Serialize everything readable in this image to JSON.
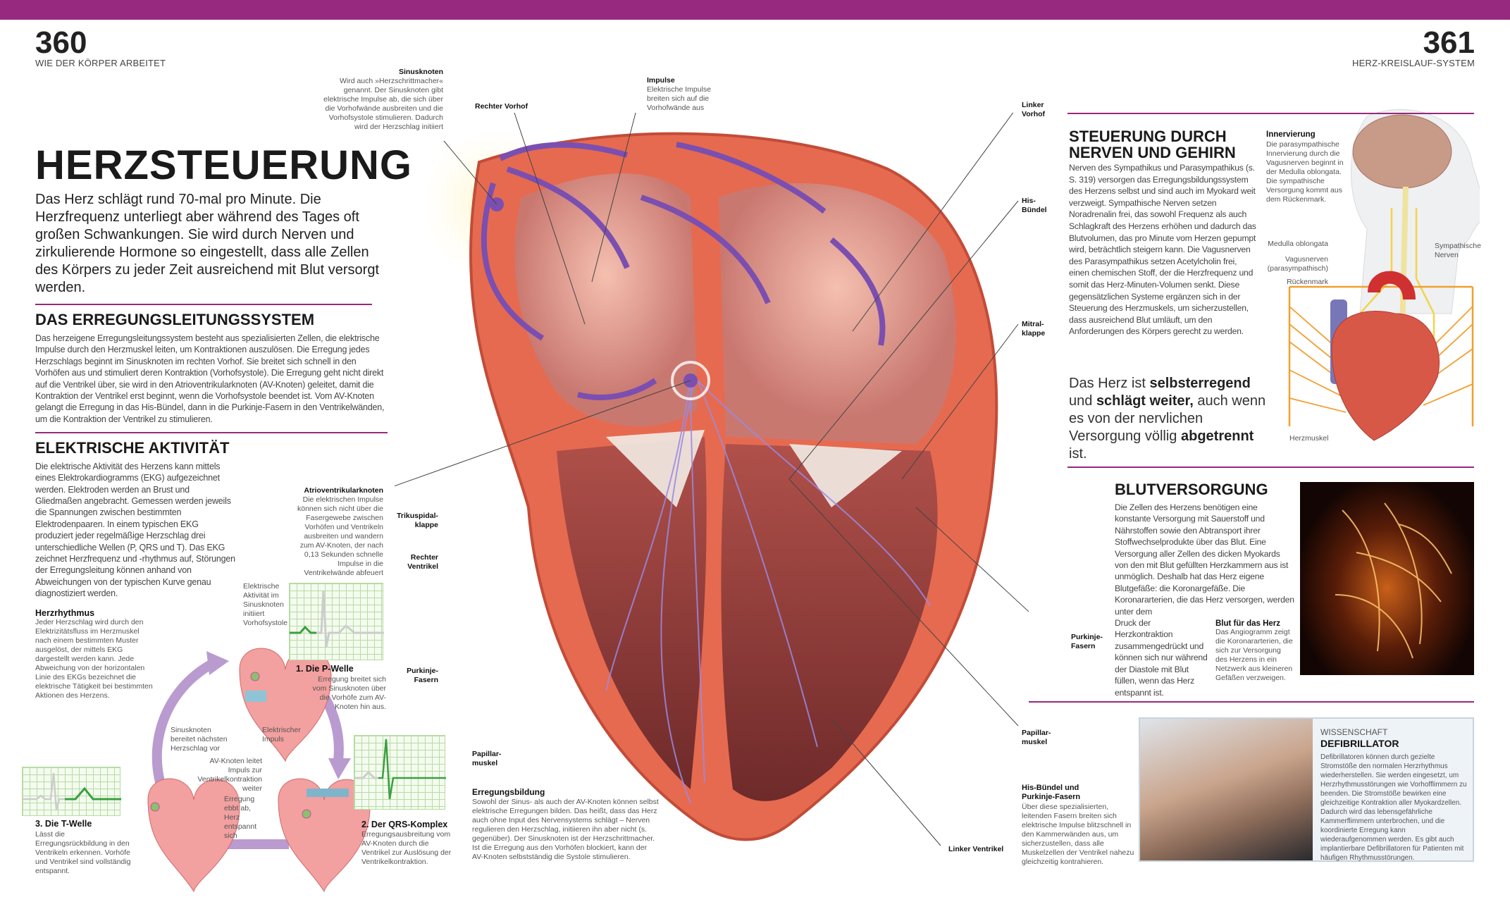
{
  "header": {
    "left_page": "360",
    "left_section": "WIE DER KÖRPER ARBEITET",
    "right_page": "361",
    "right_section": "HERZ-KREISLAUF-SYSTEM",
    "accent": "#97297f"
  },
  "left": {
    "title": "HERZSTEUERUNG",
    "intro": "Das Herz schlägt rund 70-mal pro Minute. Die Herzfrequenz unterliegt aber während des Tages oft großen Schwankungen. Sie wird durch Nerven und zirkulierende Hormone so eingestellt, dass alle Zellen des Körpers zu jeder Zeit ausreichend mit Blut versorgt werden.",
    "s1_title": "DAS ERREGUNGSLEITUNGSSYSTEM",
    "s1_body": "Das herzeigene Erregungsleitungssystem besteht aus spezialisierten Zellen, die elektrische Impulse durch den Herzmuskel leiten, um Kontraktionen auszulösen. Die Erregung jedes Herzschlags beginnt im Sinusknoten im rechten Vorhof. Sie breitet sich schnell in den Vorhöfen aus und stimuliert deren Kontraktion (Vorhofsystole). Die Erregung geht nicht direkt auf die Ventrikel über, sie wird in den Atrioventrikularknoten (AV-Knoten) geleitet, damit die Kontraktion der Ventrikel erst beginnt, wenn die Vorhofsystole beendet ist. Vom AV-Knoten gelangt die Erregung in das His-Bündel, dann in die Purkinje-Fasern in den Ventrikelwänden, um die Kontraktion der Ventrikel zu stimulieren.",
    "s2_title": "ELEKTRISCHE AKTIVITÄT",
    "s2_body": "Die elektrische Aktivität des Herzens kann mittels eines Elektrokardiogramms (EKG) aufgezeichnet werden. Elektroden werden an Brust und Gliedmaßen angebracht. Gemessen werden jeweils die Spannungen zwischen bestimmten Elektrodenpaaren. In einem typischen EKG produziert jeder regelmäßige Herzschlag drei unterschiedliche Wellen (P, QRS und T). Das EKG zeichnet Herzfrequenz und -rhythmus auf, Störungen der Erregungsleitung können anhand von Abweichungen von der typischen Kurve genau diagnostiziert werden.",
    "rhythm_title": "Herzrhythmus",
    "rhythm_body": "Jeder Herzschlag wird durch den Elektrizitätsfluss im Herzmuskel nach einem bestimmten Muster ausgelöst, der mittels EKG dargestellt werden kann. Jede Abweichung von der horizontalen Linie des EKGs bezeichnet die elektrische Tätigkeit bei bestimmten Aktionen des Herzens.",
    "ekg": {
      "p_title": "1. Die P-Welle",
      "p_body": "Erregung breitet sich vom Sinusknoten über die Vorhöfe zum AV-Knoten hin aus.",
      "qrs_title": "2. Der QRS-Komplex",
      "qrs_body": "Erregungsausbreitung vom AV-Knoten durch die Ventrikel zur Auslösung der Ventrikelkontraktion.",
      "t_title": "3. Die T-Welle",
      "t_body": "Lässt die Erregungsrückbildung in den Ventrikeln erkennen. Vorhöfe und Ventrikel sind vollständig entspannt.",
      "lbl_sinus_activity": "Elektrische Aktivität im Sinusknoten initiiert Vorhofsystole",
      "lbl_impuls": "Elektrischer Impuls",
      "lbl_sinus_next": "Sinusknoten bereitet nächsten Herzschlag vor",
      "lbl_av": "AV-Knoten leitet Impuls zur Ventrikelkontraktion weiter",
      "lbl_relax": "Erregung ebbt ab, Herz entspannt sich"
    }
  },
  "heart": {
    "sinus_title": "Sinusknoten",
    "sinus_body": "Wird auch »Herzschrittmacher« genannt. Der Sinusknoten gibt elektrische Impulse ab, die sich über die Vorhofwände ausbreiten und die Vorhofsystole stimulieren. Dadurch wird der Herzschlag initiiert",
    "right_atrium": "Rechter Vorhof",
    "impulse_title": "Impulse",
    "impulse_body": "Elektrische Impulse breiten sich auf die Vorhofwände aus",
    "left_atrium": "Linker Vorhof",
    "his": "His-Bündel",
    "mitral": "Mitral-klappe",
    "av_title": "Atrioventrikularknoten",
    "av_body": "Die elektrischen Impulse können sich nicht über die Fasergewebe zwischen Vorhöfen und Ventrikeln ausbreiten und wandern zum AV-Knoten, der nach 0,13 Sekunden schnelle Impulse in die Ventrikelwände abfeuert",
    "tricuspid": "Trikuspidal-klappe",
    "right_ventricle": "Rechter Ventrikel",
    "purkinje_left": "Purkinje-Fasern",
    "papillary_left": "Papillar-muskel",
    "gen_title": "Erregungsbildung",
    "gen_body": "Sowohl der Sinus- als auch der AV-Knoten können selbst elektrische Erregungen bilden. Das heißt, dass das Herz auch ohne Input des Nervensystems schlägt – Nerven regulieren den Herzschlag, initiieren ihn aber nicht (s. gegenüber). Der Sinusknoten ist der Herzschrittmacher. Ist die Erregung aus den Vorhöfen blockiert, kann der AV-Knoten selbstständig die Systole stimulieren.",
    "purkinje_right": "Purkinje-Fasern",
    "papillary_right": "Papillar-muskel",
    "hp_title": "His-Bündel und Purkinje-Fasern",
    "hp_body": "Über diese spezialisierten, leitenden Fasern breiten sich elektrische Impulse blitzschnell in den Kammerwänden aus, um sicherzustellen, dass alle Muskelzellen der Ventrikel nahezu gleichzeitig kontrahieren.",
    "left_ventricle": "Linker Ventrikel"
  },
  "right": {
    "s1_title": "STEUERUNG DURCH NERVEN UND GEHIRN",
    "s1_body": "Nerven des Sympathikus und Parasympathikus (s. S. 319) versorgen das Erregungsbildungssystem des Herzens selbst und sind auch im Myokard weit verzweigt. Sympathische Nerven setzen Noradrenalin frei, das sowohl Frequenz als auch Schlagkraft des Herzens erhöhen und dadurch das Blutvolumen, das pro Minute vom Herzen gepumpt wird, beträchtlich steigern kann. Die Vagusnerven des Parasympathikus setzen Acetylcholin frei, einen chemischen Stoff, der die Herzfrequenz und somit das Herz-Minuten-Volumen senkt. Diese gegensätzlichen Systeme ergänzen sich in der Steuerung des Herzmuskels, um sicherzustellen, dass ausreichend Blut umläuft, um den Anforderungen des Körpers gerecht zu werden.",
    "innerv_title": "Innervierung",
    "innerv_body": "Die parasympathische Innervierung durch die Vagusnerven beginnt in der Medulla oblongata. Die sympathische Versorgung kommt aus dem Rückenmark.",
    "lbl_medulla": "Medulla oblongata",
    "lbl_vagus": "Vagusnerven (parasympathisch)",
    "lbl_spinal": "Rückenmark",
    "lbl_symp": "Sympathische Nerven",
    "lbl_muscle": "Herzmuskel",
    "quote": {
      "a": "Das Herz ist ",
      "b": "selbsterregend",
      "c": " und ",
      "d": "schlägt weiter,",
      "e": " auch wenn es von der nervlichen Versorgung völlig ",
      "f": "abgetrennt",
      "g": " ist."
    },
    "s2_title": "BLUTVERSORGUNG",
    "s2_body": "Die Zellen des Herzens benötigen eine konstante Versorgung mit Sauerstoff und Nährstoffen sowie den Abtransport ihrer Stoffwechselprodukte über das Blut. Eine Versorgung aller Zellen des dicken Myokards von den mit Blut gefüllten Herzkammern aus ist unmöglich. Deshalb hat das Herz eigene Blutgefäße: die Koronargefäße. Die Koronararterien, die das Herz versorgen, werden unter dem",
    "s2_body2": "Druck der Herzkontraktion zusammengedrückt und können sich nur während der Diastole mit Blut füllen, wenn das Herz entspannt ist.",
    "angio_title": "Blut für das Herz",
    "angio_body": "Das Angiogramm zeigt die Koronararterien, die sich zur Versorgung des Herzens in ein Netzwerk aus kleineren Gefäßen verzweigen.",
    "box_kicker": "WISSENSCHAFT",
    "box_title": "DEFIBRILLATOR",
    "box_body": "Defibrillatoren können durch gezielte Stromstöße den normalen Herzrhythmus wiederherstellen. Sie werden eingesetzt, um Herzrhythmusstörungen wie Vorhofflimmern zu beenden. Die Stromstöße bewirken eine gleichzeitige Kontraktion aller Myokardzellen. Dadurch wird das lebensgefährliche Kammerflimmern unterbrochen, und die koordinierte Erregung kann wiederaufgenommen werden. Es gibt auch implantierbare Defibrillatoren für Patienten mit häufigen Rhythmusstörungen."
  }
}
